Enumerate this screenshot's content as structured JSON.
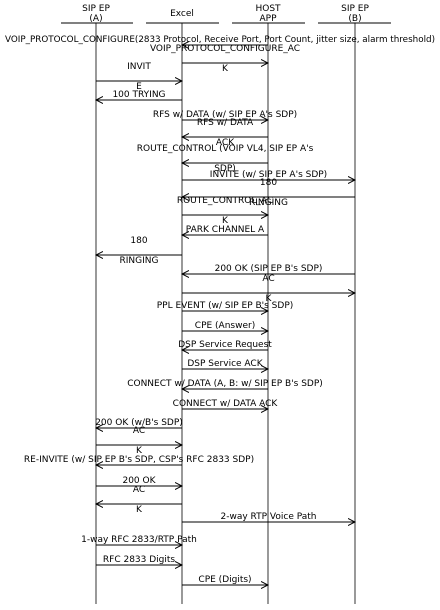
{
  "participants": [
    {
      "id": "sipA",
      "line1": "SIP EP",
      "line2": "(A)"
    },
    {
      "id": "excel",
      "line1": "Excel",
      "line2": ""
    },
    {
      "id": "host",
      "line1": "HOST",
      "line2": "APP"
    },
    {
      "id": "sipB",
      "line1": "SIP EP",
      "line2": "(B)"
    }
  ],
  "messages": [
    {
      "from": "host",
      "to": "excel",
      "lines": [
        "VOIP_PROTOCOL_CONFIGURE(2833 Protocol, Receive Port, Port Count, jitter size, alarm threshold)"
      ]
    },
    {
      "from": "excel",
      "to": "host",
      "lines": [
        "VOIP_PROTOCOL_CONFIGURE_AC",
        "K"
      ]
    },
    {
      "from": "sipA",
      "to": "excel",
      "lines": [
        "INVIT",
        "E"
      ]
    },
    {
      "from": "excel",
      "to": "sipA",
      "lines": [
        "100 TRYING"
      ]
    },
    {
      "from": "excel",
      "to": "host",
      "lines": [
        "RFS w/ DATA (w/ SIP EP A's SDP)"
      ]
    },
    {
      "from": "host",
      "to": "excel",
      "lines": [
        "RFS w/ DATA",
        "ACK"
      ]
    },
    {
      "from": "host",
      "to": "excel",
      "lines": [
        "ROUTE_CONTROL (VOIP VL4, SIP EP A's",
        "SDP)"
      ]
    },
    {
      "from": "excel",
      "to": "sipB",
      "lines": [
        "INVITE (w/ SIP EP A's SDP)"
      ]
    },
    {
      "from": "sipB",
      "to": "excel",
      "lines": [
        "180",
        "RINGING"
      ]
    },
    {
      "from": "excel",
      "to": "host",
      "lines": [
        "ROUTE_CONTROL_AC",
        "K"
      ]
    },
    {
      "from": "host",
      "to": "excel",
      "lines": [
        "PARK CHANNEL A"
      ]
    },
    {
      "from": "excel",
      "to": "sipA",
      "lines": [
        "180",
        "RINGING"
      ]
    },
    {
      "from": "sipB",
      "to": "excel",
      "lines": [
        "200 OK (SIP EP B's SDP)"
      ]
    },
    {
      "from": "excel",
      "to": "sipB",
      "lines": [
        "AC",
        "K"
      ]
    },
    {
      "from": "excel",
      "to": "host",
      "lines": [
        "PPL EVENT (w/ SIP EP B's SDP)"
      ]
    },
    {
      "from": "excel",
      "to": "host",
      "lines": [
        "CPE (Answer)"
      ]
    },
    {
      "from": "host",
      "to": "excel",
      "lines": [
        "DSP Service Request"
      ]
    },
    {
      "from": "excel",
      "to": "host",
      "lines": [
        "DSP Service ACK"
      ]
    },
    {
      "from": "host",
      "to": "excel",
      "lines": [
        "CONNECT w/ DATA (A, B: w/ SIP EP B's SDP)"
      ]
    },
    {
      "from": "excel",
      "to": "host",
      "lines": [
        "CONNECT w/ DATA ACK"
      ]
    },
    {
      "from": "excel",
      "to": "sipA",
      "lines": [
        "200 OK (w/B's SDP)"
      ]
    },
    {
      "from": "sipA",
      "to": "excel",
      "lines": [
        "AC",
        "K"
      ]
    },
    {
      "from": "excel",
      "to": "sipA",
      "lines": [
        "RE-INVITE (w/ SIP EP B's SDP, CSP's RFC 2833 SDP)"
      ]
    },
    {
      "from": "sipA",
      "to": "excel",
      "lines": [
        "200 OK"
      ]
    },
    {
      "from": "excel",
      "to": "sipA",
      "lines": [
        "AC",
        "K"
      ]
    },
    {
      "from": "excel",
      "to": "sipB",
      "lines": [
        "2-way RTP Voice Path"
      ]
    },
    {
      "from": "sipA",
      "to": "excel",
      "lines": [
        "1-way RFC 2833/RTP Path"
      ]
    },
    {
      "from": "sipA",
      "to": "excel",
      "lines": [
        "RFC 2833 Digits"
      ]
    },
    {
      "from": "excel",
      "to": "host",
      "lines": [
        "CPE (Digits)"
      ]
    }
  ]
}
